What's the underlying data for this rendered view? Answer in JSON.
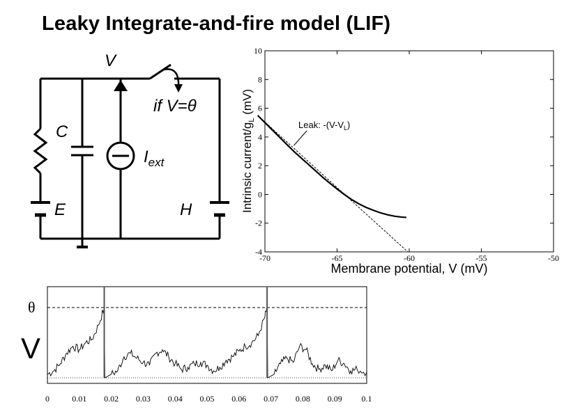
{
  "slide": {
    "title": "Leaky Integrate-and-fire model (LIF)"
  },
  "circuit": {
    "labels": {
      "voltage": "V",
      "switch_condition": "if V=θ",
      "capacitor": "C",
      "current_symbol": "I",
      "current_subscript": "ext",
      "leak_battery": "E",
      "reset_battery": "H"
    },
    "colors": {
      "wire": "#000000"
    }
  },
  "chart_data": [
    {
      "type": "line",
      "xlabel": "Membrane potential, V (mV)",
      "ylabel_main": "Intrinsic current/g",
      "ylabel_sub": "L",
      "ylabel_unit": " (mV)",
      "xlim": [
        -70,
        -50
      ],
      "ylim": [
        -4,
        10
      ],
      "xticks": [
        -70,
        -65,
        -60,
        -55,
        -50
      ],
      "yticks": [
        -4,
        -2,
        0,
        2,
        4,
        6,
        8,
        10
      ],
      "annotation": {
        "text": "Leak: -(V-V",
        "sub": "L",
        "tail": ")",
        "arrow_to": [
          -68,
          3.4
        ]
      },
      "series": [
        {
          "style": "solid",
          "x": [
            -70.5,
            -70,
            -69.5,
            -69,
            -68.5,
            -68,
            -67.5,
            -67,
            -66.5,
            -66,
            -65.5,
            -65,
            -64.5,
            -64,
            -63.5,
            -63,
            -62.5,
            -62,
            -61.5,
            -61,
            -60.5,
            -60.2
          ],
          "y": [
            5.5,
            5.0,
            4.5,
            4.0,
            3.5,
            3.0,
            2.55,
            2.1,
            1.65,
            1.2,
            0.78,
            0.38,
            0.0,
            -0.35,
            -0.65,
            -0.9,
            -1.1,
            -1.28,
            -1.42,
            -1.52,
            -1.58,
            -1.6
          ]
        },
        {
          "style": "dashed",
          "x": [
            -70.5,
            -60.1
          ],
          "y": [
            5.5,
            -4.0
          ]
        }
      ]
    },
    {
      "type": "line",
      "ylabel": "V",
      "threshold_label": "θ",
      "xlim": [
        0,
        0.1
      ],
      "xticks": [
        0,
        0.01,
        0.02,
        0.03,
        0.04,
        0.05,
        0.06,
        0.07,
        0.08,
        0.09,
        0.1
      ],
      "threshold": 1.0,
      "reset": 0.0,
      "spike_times": [
        0.0178,
        0.0688
      ],
      "series": [
        {
          "name": "",
          "x": [
            0,
            0.002,
            0.004,
            0.006,
            0.008,
            0.01,
            0.012,
            0.014,
            0.016,
            0.0178,
            0.018,
            0.02,
            0.022,
            0.024,
            0.026,
            0.028,
            0.03,
            0.032,
            0.034,
            0.036,
            0.038,
            0.04,
            0.042,
            0.044,
            0.046,
            0.048,
            0.05,
            0.052,
            0.054,
            0.056,
            0.058,
            0.06,
            0.062,
            0.064,
            0.066,
            0.068,
            0.0688,
            0.069,
            0.071,
            0.073,
            0.075,
            0.077,
            0.079,
            0.081,
            0.083,
            0.085,
            0.087,
            0.089,
            0.091,
            0.093,
            0.095,
            0.097,
            0.1
          ],
          "y": [
            0.05,
            0.1,
            0.2,
            0.35,
            0.45,
            0.4,
            0.5,
            0.55,
            0.75,
            1.0,
            0.0,
            0.05,
            0.1,
            0.3,
            0.35,
            0.28,
            0.22,
            0.18,
            0.35,
            0.4,
            0.3,
            0.2,
            0.12,
            0.15,
            0.2,
            0.22,
            0.18,
            0.1,
            0.15,
            0.25,
            0.3,
            0.38,
            0.45,
            0.5,
            0.6,
            0.85,
            1.0,
            0.0,
            0.05,
            0.2,
            0.28,
            0.22,
            0.45,
            0.4,
            0.2,
            0.12,
            0.18,
            0.1,
            0.25,
            0.2,
            0.1,
            0.12,
            0.08
          ]
        }
      ]
    }
  ]
}
